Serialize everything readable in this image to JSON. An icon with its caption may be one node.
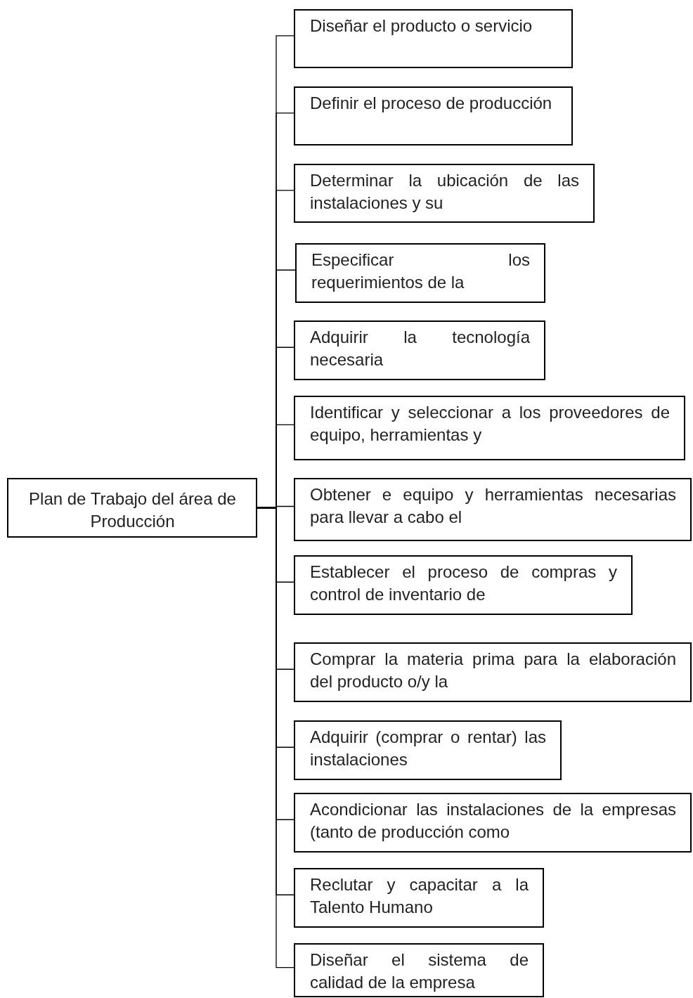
{
  "diagram": {
    "nodes": [
      {
        "text": [
          "Plan  de Trabajo del área de Producción"
        ]
      },
      {
        "text": [
          "Diseñar el producto o servicio"
        ]
      },
      {
        "text": [
          "Definir el proceso de producción"
        ]
      },
      {
        "text": [
          "Determinar la ubicación de las instalaciones y su"
        ]
      },
      {
        "text": [
          "Especificar los requerimientos de la"
        ]
      },
      {
        "text": [
          "Adquirir la tecnología necesaria"
        ]
      },
      {
        "text": [
          "Identificar y seleccionar a los proveedores de equipo, herramientas y"
        ]
      },
      {
        "text": [
          "Obtener e equipo y herramientas necesarias para llevar a cabo el"
        ]
      },
      {
        "text": [
          "Establecer el proceso de compras y control de inventario de"
        ]
      },
      {
        "text": [
          "Comprar la materia prima para la elaboración del producto o/y la"
        ]
      },
      {
        "text": [
          "Adquirir (comprar o rentar) las instalaciones"
        ]
      },
      {
        "text": [
          "Acondicionar las instalaciones de la empresas (tanto de producción como"
        ]
      },
      {
        "text": [
          "Reclutar y capacitar a la Talento Humano"
        ]
      },
      {
        "text": [
          "Diseñar el sistema de calidad de la empresa"
        ]
      }
    ],
    "edges": [
      {
        "from": 0,
        "to": 1,
        "arrow": "none"
      },
      {
        "from": 0,
        "to": 2,
        "arrow": "none"
      },
      {
        "from": 0,
        "to": 3,
        "arrow": "none"
      },
      {
        "from": 0,
        "to": 4,
        "arrow": "none"
      },
      {
        "from": 0,
        "to": 5,
        "arrow": "none"
      },
      {
        "from": 0,
        "to": 6,
        "arrow": "none"
      },
      {
        "from": 0,
        "to": 7,
        "arrow": "none"
      },
      {
        "from": 0,
        "to": 8,
        "arrow": "none"
      },
      {
        "from": 0,
        "to": 9,
        "arrow": "none"
      },
      {
        "from": 0,
        "to": 10,
        "arrow": "none"
      },
      {
        "from": 0,
        "to": 11,
        "arrow": "none"
      },
      {
        "from": 0,
        "to": 12,
        "arrow": "none"
      },
      {
        "from": 0,
        "to": 13,
        "arrow": "none"
      }
    ]
  }
}
